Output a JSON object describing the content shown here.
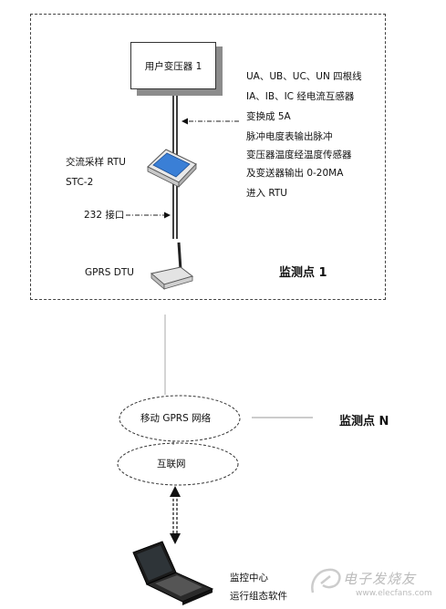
{
  "station": {
    "transformer_label": "用户变压器 1",
    "station_label": "监测点 1",
    "notes": [
      "UA、UB、UC、UN 四根线",
      "IA、IB、IC 经电流互感器",
      "变换成 5A",
      "脉冲电度表输出脉冲",
      "变压器温度经温度传感器",
      "及变送器输出 0-20MA",
      "进入 RTU"
    ],
    "rtu_label_line1": "交流采样 RTU",
    "rtu_label_line2": "STC-2",
    "interface_label": "232 接口",
    "dtu_label": "GPRS DTU"
  },
  "network": {
    "gprs_label": "移动 GPRS 网络",
    "other_station_label": "监测点 N",
    "internet_label": "互联网"
  },
  "center": {
    "line1": "监控中心",
    "line2": "运行组态软件"
  },
  "watermark": {
    "text": "电子发烧友",
    "url": "www.elecfans.com"
  }
}
